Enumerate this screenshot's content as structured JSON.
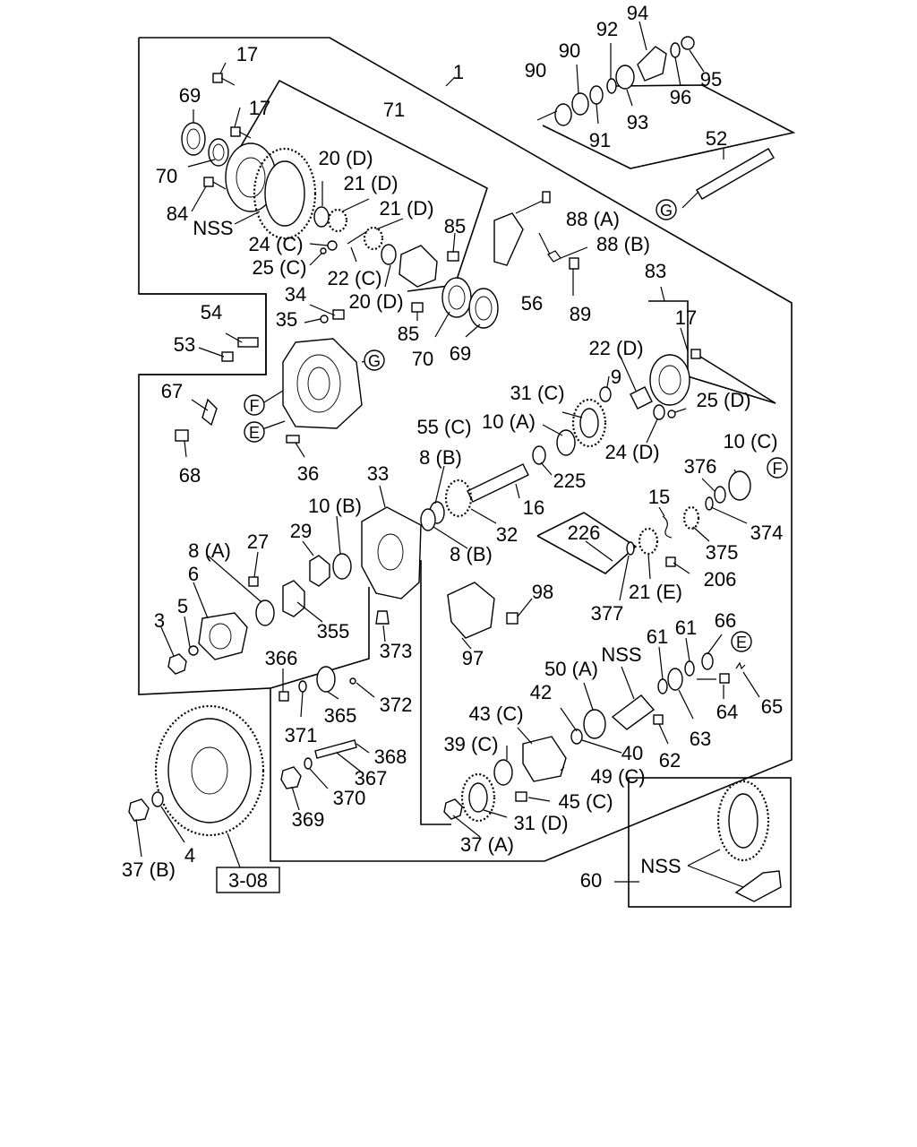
{
  "diagram": {
    "labels": {
      "p1": "1",
      "p3": "3",
      "p4": "4",
      "p5": "5",
      "p6": "6",
      "p8a": "8 (A)",
      "p8b_top": "8 (B)",
      "p8b_bottom": "8 (B)",
      "p9": "9",
      "p10a": "10 (A)",
      "p10b": "10 (B)",
      "p10c": "10 (C)",
      "p15": "15",
      "p16": "16",
      "p17_top": "17",
      "p17_mid": "17",
      "p17_right": "17",
      "p20d_top": "20 (D)",
      "p20d_bottom": "20 (D)",
      "p21d_top": "21 (D)",
      "p21d_mid": "21 (D)",
      "p21e": "21 (E)",
      "p22c": "22 (C)",
      "p22d": "22 (D)",
      "p24c": "24 (C)",
      "p24d": "24 (D)",
      "p25c": "25 (C)",
      "p25d": "25 (D)",
      "p27": "27",
      "p29": "29",
      "p31c": "31 (C)",
      "p31d": "31 (D)",
      "p32": "32",
      "p33": "33",
      "p34": "34",
      "p35": "35",
      "p36": "36",
      "p37a": "37 (A)",
      "p37b": "37 (B)",
      "p39c": "39 (C)",
      "p40": "40",
      "p42": "42",
      "p43c": "43 (C)",
      "p45c": "45 (C)",
      "p49c": "49 (C)",
      "p50a": "50 (A)",
      "p52": "52",
      "p53": "53",
      "p54": "54",
      "p55c": "55 (C)",
      "p56": "56",
      "p60": "60",
      "p61a": "61",
      "p61b": "61",
      "p62": "62",
      "p63": "63",
      "p64": "64",
      "p65": "65",
      "p66": "66",
      "p67": "67",
      "p68": "68",
      "p69_top": "69",
      "p69_mid": "69",
      "p70_top": "70",
      "p70_mid": "70",
      "p71": "71",
      "p83": "83",
      "p84": "84",
      "p85_top": "85",
      "p85_mid": "85",
      "p88a": "88 (A)",
      "p88b": "88 (B)",
      "p89": "89",
      "p90a": "90",
      "p90b": "90",
      "p91": "91",
      "p92": "92",
      "p93": "93",
      "p94": "94",
      "p95": "95",
      "p96": "96",
      "p97": "97",
      "p98": "98",
      "p206": "206",
      "p225": "225",
      "p226": "226",
      "p355": "355",
      "p365": "365",
      "p366": "366",
      "p367": "367",
      "p368": "368",
      "p369": "369",
      "p370": "370",
      "p371": "371",
      "p372": "372",
      "p373": "373",
      "p374": "374",
      "p375": "375",
      "p376": "376",
      "p377": "377",
      "nss_top": "NSS",
      "nss_mid": "NSS",
      "nss_bottom": "NSS",
      "ref_308": "3-08"
    },
    "callouts": {
      "g_top": "G",
      "g_mid": "G",
      "f_left": "F",
      "f_right": "F",
      "e_left": "E",
      "e_right": "E"
    }
  }
}
